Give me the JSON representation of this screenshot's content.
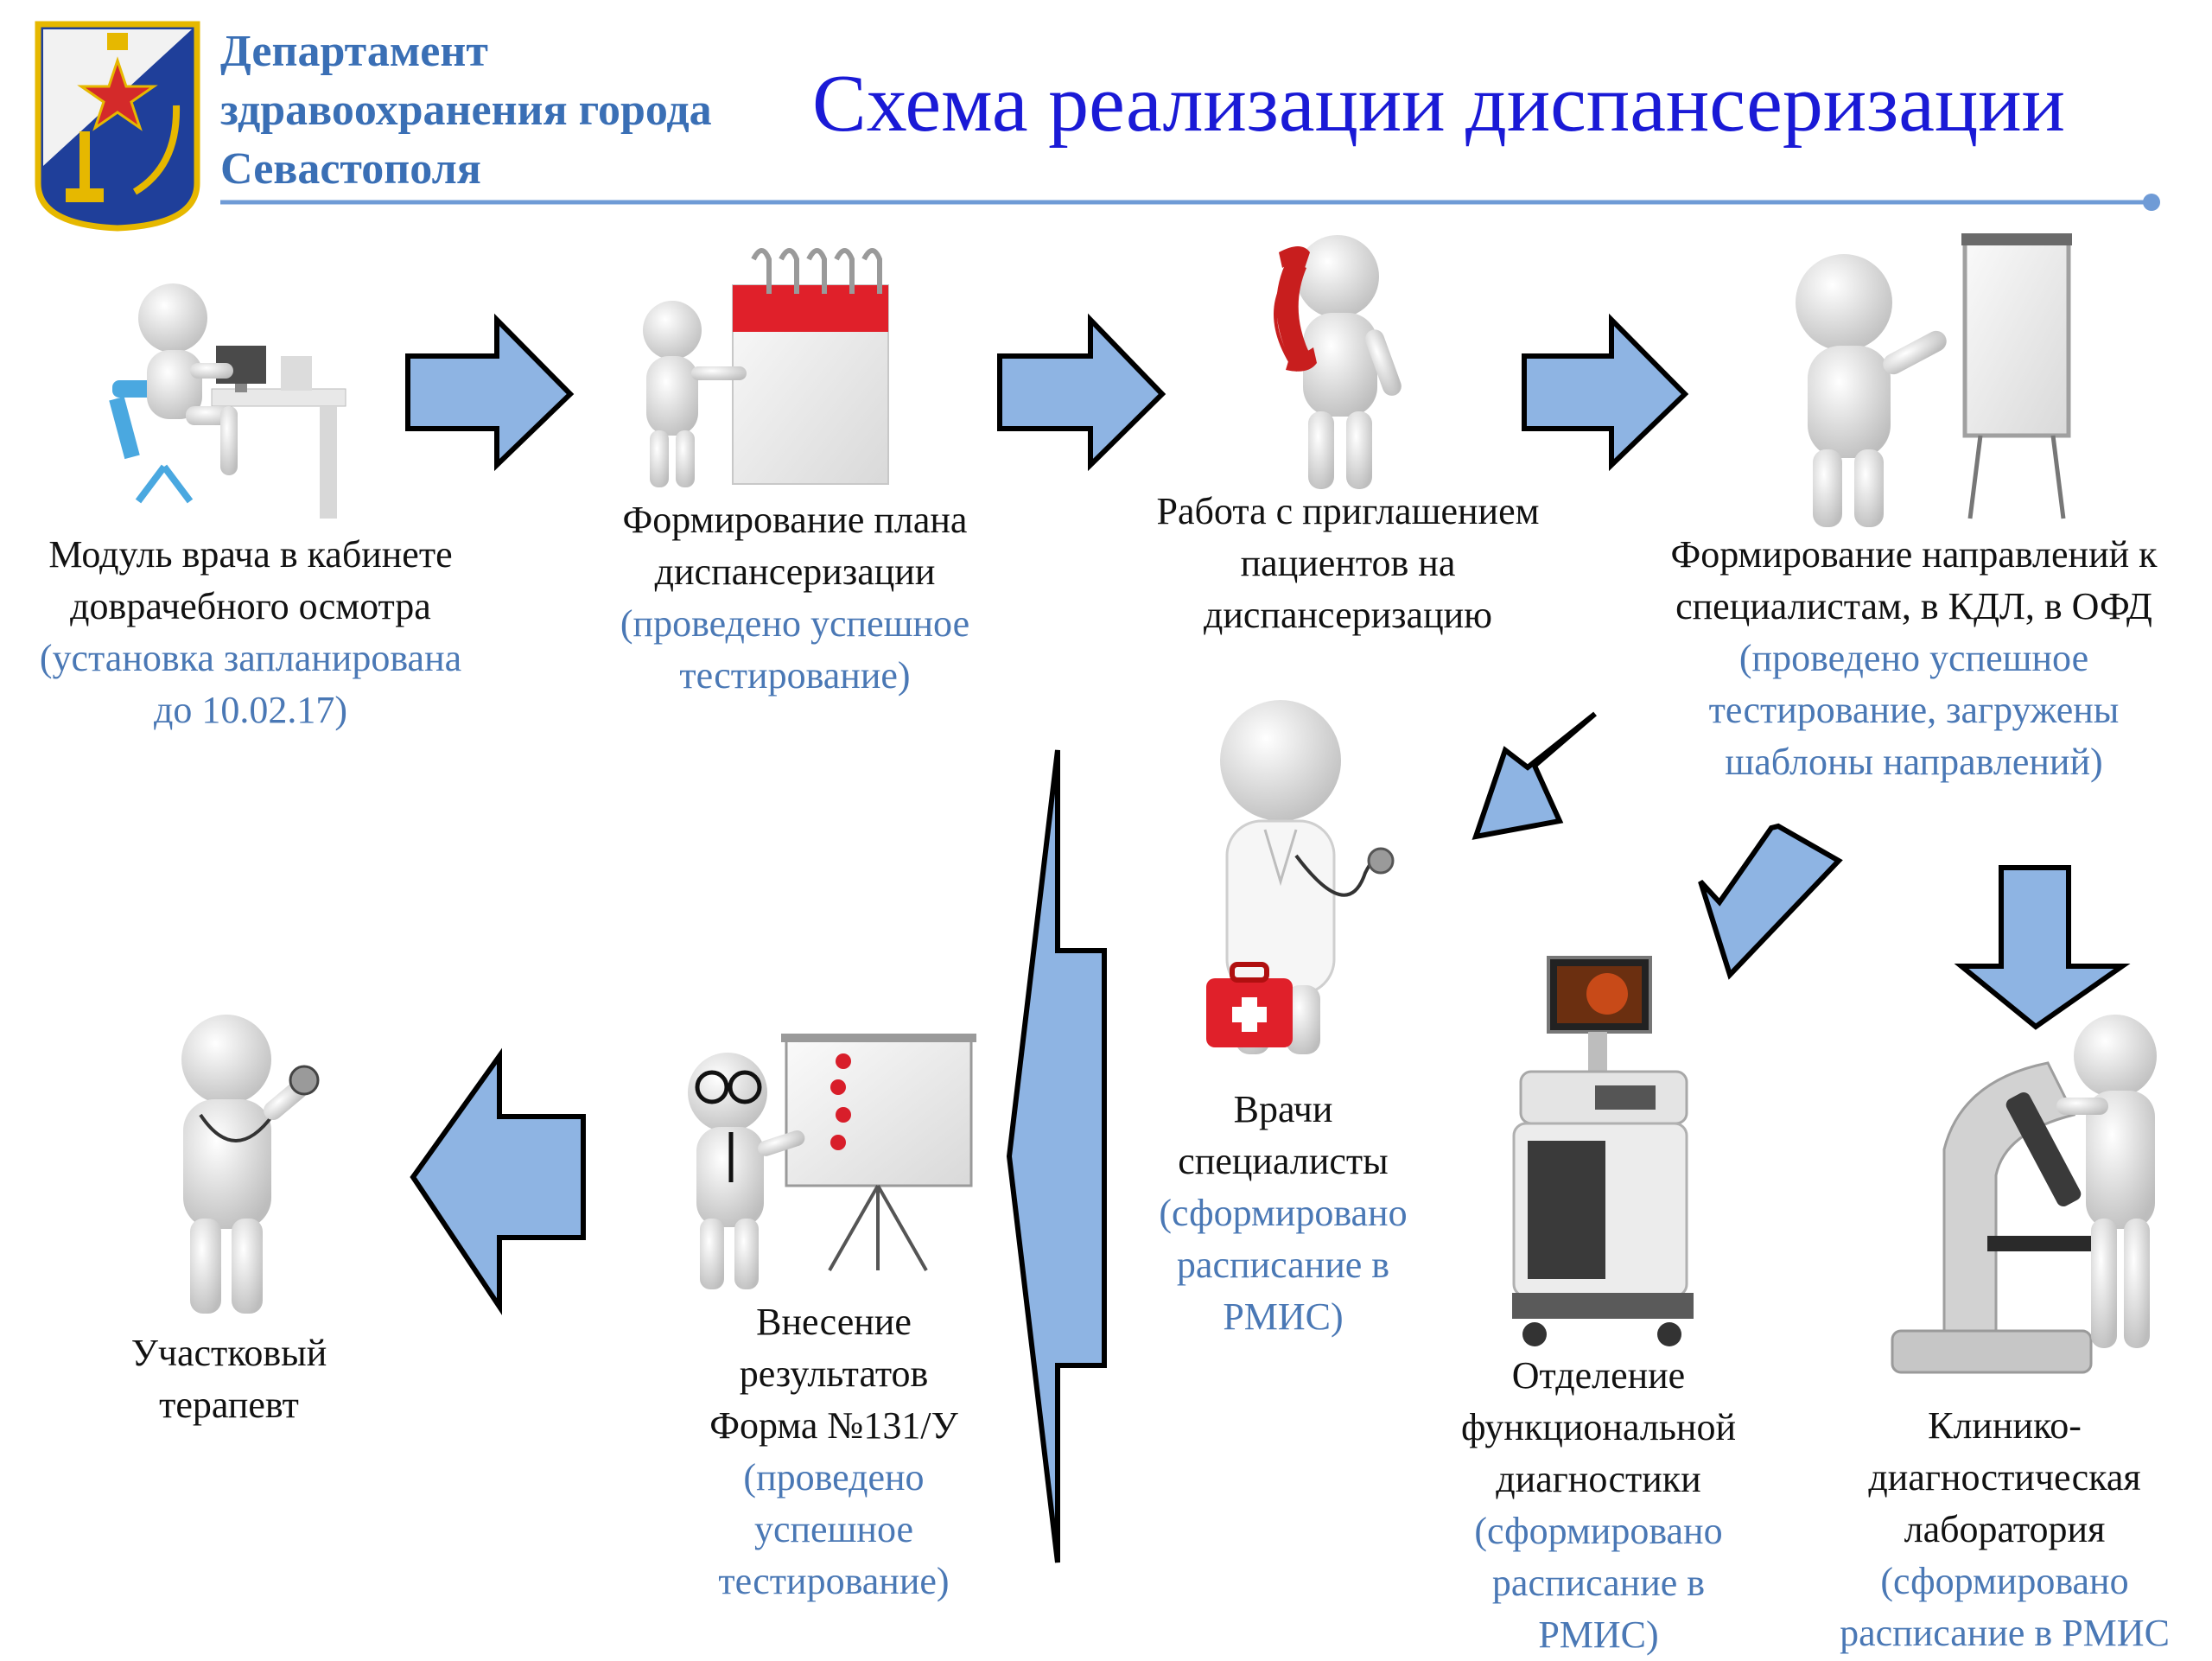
{
  "header": {
    "department_lines": [
      "Департамент",
      "здравоохранения города",
      "Севастополя"
    ],
    "title": "Схема реализации диспансеризации"
  },
  "colors": {
    "title": "#1a1ad6",
    "department": "#3a6fb5",
    "status_text": "#4a78b5",
    "arrow_fill": "#8eb4e3",
    "arrow_stroke": "#000000",
    "rule": "#6f9bd6",
    "emblem_blue": "#1f3f9a",
    "emblem_gold": "#e6b800",
    "emblem_red": "#d42a2a"
  },
  "icons": {
    "emblem": "sevastopol-coat-of-arms-icon",
    "step1": "person-at-computer-desk-icon",
    "step2": "person-with-calendar-icon",
    "step3": "person-on-phone-icon",
    "step4": "person-at-flipchart-icon",
    "step5": "doctor-with-medical-bag-icon",
    "step6": "ultrasound-machine-icon",
    "step7": "person-with-microscope-icon",
    "step8": "person-with-presentation-icon",
    "step9": "physician-with-stethoscope-icon"
  },
  "steps": [
    {
      "id": "doctor-module",
      "lines": [
        "Модуль врача в кабинете",
        "доврачебного осмотра"
      ],
      "status": [
        "(установка запланирована",
        "до 10.02.17)"
      ]
    },
    {
      "id": "plan",
      "lines": [
        "Формирование плана",
        "диспансеризации"
      ],
      "status": [
        "(проведено успешное",
        "тестирование)"
      ]
    },
    {
      "id": "invitation",
      "lines": [
        "Работа с приглашением",
        "пациентов на",
        "диспансеризацию"
      ],
      "status": []
    },
    {
      "id": "referrals",
      "lines": [
        "Формирование направлений к",
        "специалистам, в КДЛ, в ОФД"
      ],
      "status": [
        "(проведено успешное",
        "тестирование, загружены",
        "шаблоны направлений)"
      ]
    },
    {
      "id": "specialists",
      "lines": [
        "Врачи",
        "специалисты"
      ],
      "status": [
        "(сформировано",
        "расписание в",
        "РМИС)"
      ]
    },
    {
      "id": "functional-diagnostics",
      "lines": [
        "Отделение",
        "функциональной",
        "диагностики"
      ],
      "status": [
        "(сформировано",
        "расписание в",
        "РМИС)"
      ]
    },
    {
      "id": "lab",
      "lines": [
        "Клинико-",
        "диагностическая",
        "лаборатория"
      ],
      "status": [
        "(сформировано",
        "расписание в РМИС"
      ]
    },
    {
      "id": "results",
      "lines": [
        "Внесение",
        "результатов",
        "Форма №131/У"
      ],
      "status": [
        "(проведено",
        "успешное",
        "тестирование)"
      ]
    },
    {
      "id": "therapist",
      "lines": [
        "Участковый",
        "терапевт"
      ],
      "status": []
    }
  ]
}
